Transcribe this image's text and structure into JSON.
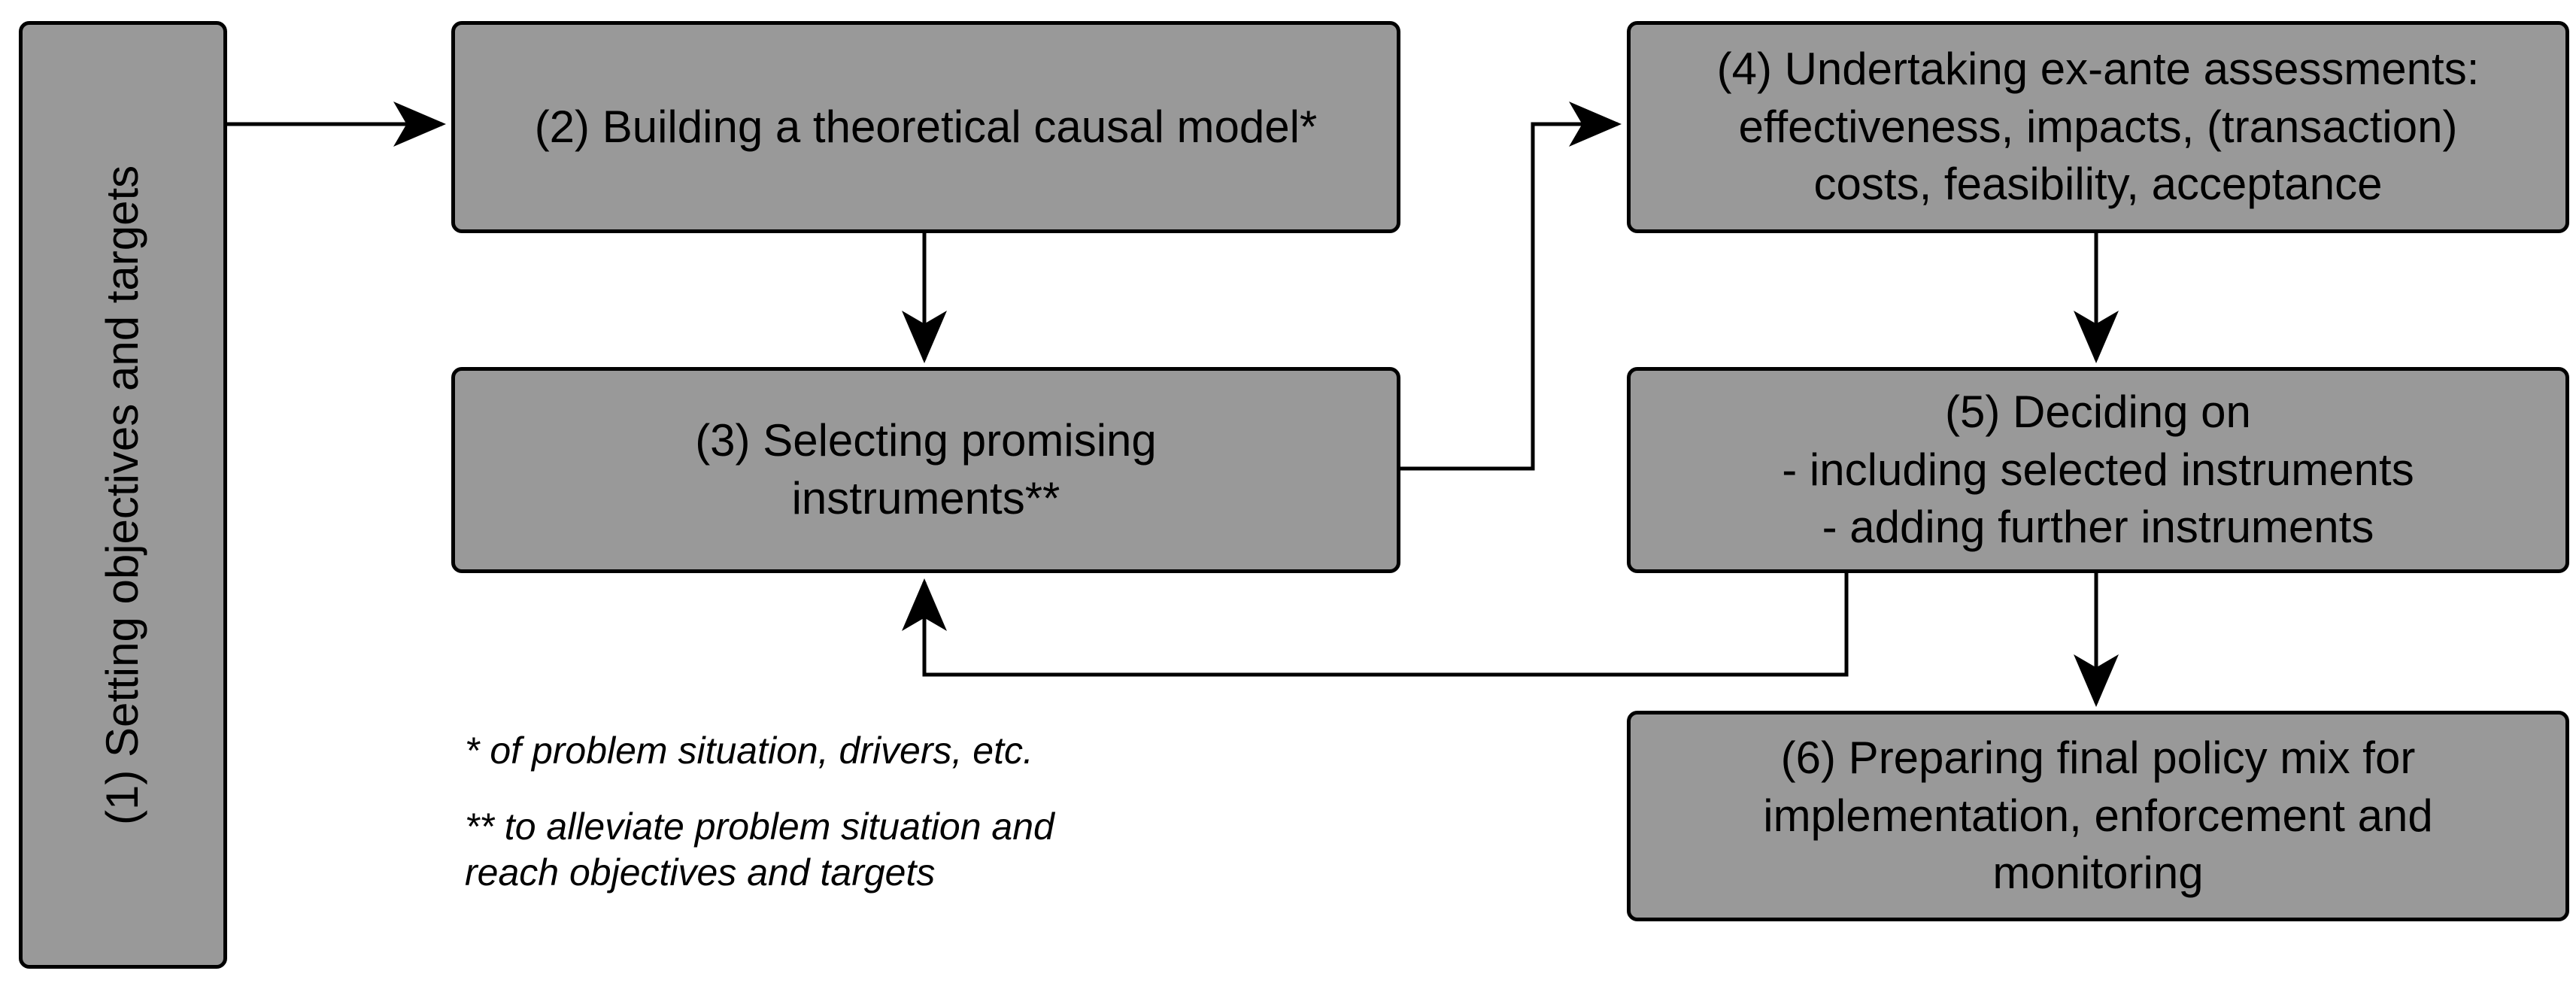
{
  "diagram": {
    "title": "Policy instrument selection process flowchart",
    "colors": {
      "node_fill": "#999999",
      "node_border": "#000000",
      "edge": "#000000",
      "background": "#ffffff",
      "text": "#000000"
    },
    "nodes": [
      {
        "id": "1",
        "number": "(1)",
        "label": "(1) Setting objectives and targets",
        "orientation": "vertical"
      },
      {
        "id": "2",
        "number": "(2)",
        "label": "(2) Building a theoretical causal model*",
        "orientation": "horizontal"
      },
      {
        "id": "3",
        "number": "(3)",
        "label": "(3) Selecting promising\ninstruments**",
        "orientation": "horizontal"
      },
      {
        "id": "4",
        "number": "(4)",
        "label": "(4) Undertaking ex-ante assessments:\neffectiveness, impacts, (transaction)\ncosts, feasibility, acceptance",
        "orientation": "horizontal"
      },
      {
        "id": "5",
        "number": "(5)",
        "label": "(5) Deciding on\n- including selected instruments\n- adding further instruments",
        "orientation": "horizontal"
      },
      {
        "id": "6",
        "number": "(6)",
        "label": "(6) Preparing final policy mix for\nimplementation, enforcement and\nmonitoring",
        "orientation": "horizontal"
      }
    ],
    "edges": [
      {
        "id": "e1",
        "from": "1",
        "to": "2",
        "style": "straight-horizontal",
        "arrow": true
      },
      {
        "id": "e2",
        "from": "2",
        "to": "3",
        "style": "straight-vertical",
        "arrow": true
      },
      {
        "id": "e3",
        "from": "3",
        "to": "4",
        "style": "orthogonal-right-up",
        "arrow": true
      },
      {
        "id": "e4",
        "from": "4",
        "to": "5",
        "style": "straight-vertical",
        "arrow": true
      },
      {
        "id": "e5",
        "from": "5",
        "to": "3",
        "style": "orthogonal-down-left-up-feedback",
        "arrow": true
      },
      {
        "id": "e6",
        "from": "5",
        "to": "6",
        "style": "straight-vertical",
        "arrow": true
      }
    ],
    "footnotes": [
      "* of problem situation, drivers, etc.",
      "** to alleviate problem situation and\nreach objectives and targets"
    ]
  }
}
